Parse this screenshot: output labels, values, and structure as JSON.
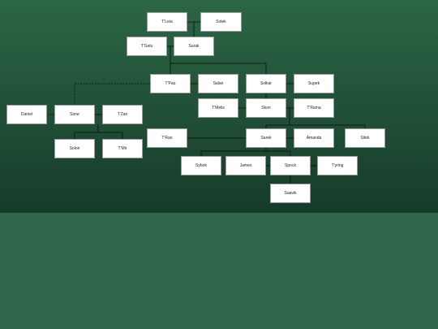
{
  "colors": {
    "upper_bg_top": "#2c6645",
    "upper_bg_bottom": "#163b2a",
    "lower_bg": "#31674a",
    "node_fill": "#ffffff",
    "node_border": "#9a9a9a",
    "node_text": "#222222",
    "connector": "#0d0d0d"
  },
  "people": {
    "tleia": "T'Leia",
    "solek": "Solek",
    "tgelu": "T'Gelu",
    "surak": "Surak",
    "tpau": "T'Pau",
    "salan": "Salan",
    "solkar": "Solkar",
    "supek": "Supek",
    "tmelis": "T'Melis",
    "skon": "Skon",
    "trama": "T'Rama",
    "daniel": "Daniel",
    "sone": "Sone",
    "tzan": "T'Zan",
    "trao": "T'Rao",
    "sarek": "Sarek",
    "amanda": "Amanda",
    "sitek": "Sitek",
    "solon": "Solon",
    "tmir": "T'Mir",
    "sybok": "Sybok",
    "james": "James",
    "spock": "Spock",
    "tyring": "T'yring",
    "saavik": "Saavik"
  }
}
